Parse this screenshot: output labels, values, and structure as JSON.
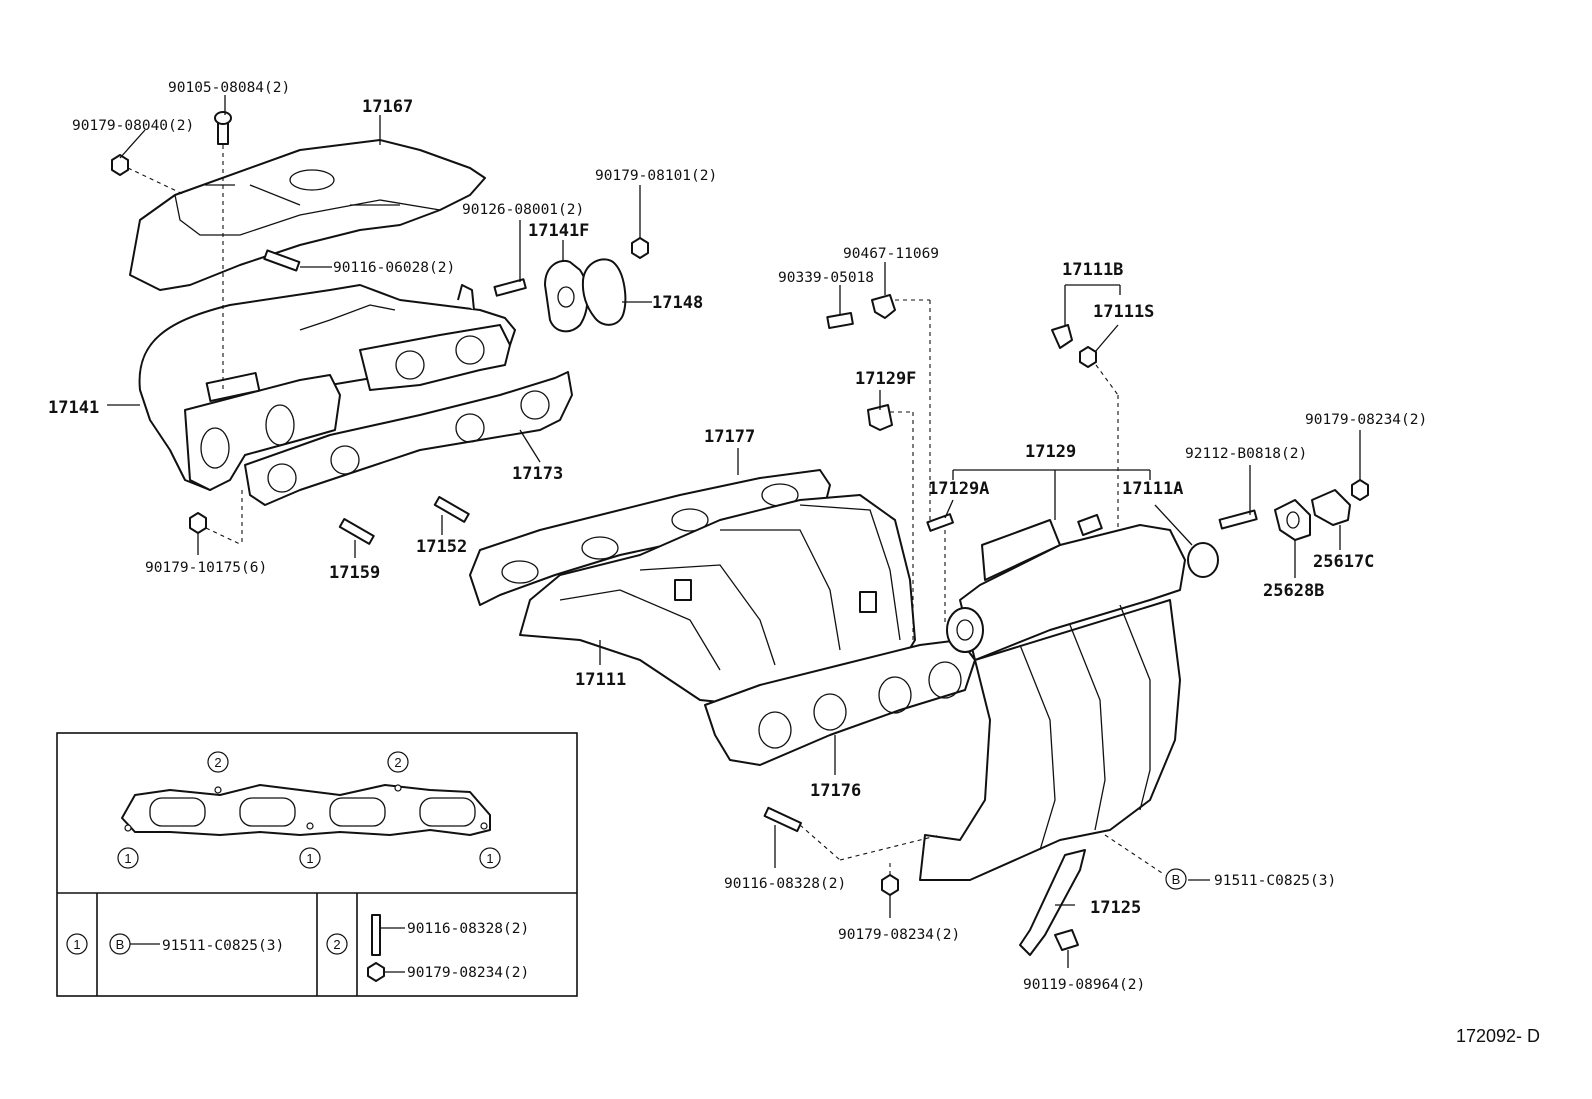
{
  "labels": {
    "p90105_08084": "90105-08084(2)",
    "p17167": "17167",
    "p90179_08040": "90179-08040(2)",
    "p90179_08101": "90179-08101(2)",
    "p90126_08001": "90126-08001(2)",
    "p17141F": "17141F",
    "p90116_06028": "90116-06028(2)",
    "p17148": "17148",
    "p90467_11069": "90467-11069",
    "p90339_05018": "90339-05018",
    "p17111B": "17111B",
    "p17111S": "17111S",
    "p17129F": "17129F",
    "p90179_08234_r": "90179-08234(2)",
    "p17141": "17141",
    "p17173": "17173",
    "p17177": "17177",
    "p17129": "17129",
    "p92112_B0818": "92112-B0818(2)",
    "p17129A": "17129A",
    "p17111A": "17111A",
    "p90179_10175": "90179-10175(6)",
    "p17159": "17159",
    "p17152": "17152",
    "p25617C": "25617C",
    "p25628B": "25628B",
    "p17111": "17111",
    "p17176": "17176",
    "p90116_08328": "90116-08328(2)",
    "p90179_08234_b": "90179-08234(2)",
    "p91511_C0825": "91511-C0825(3)",
    "p17125": "17125",
    "p90119_08964": "90119-08964(2)",
    "diagram_code": "172092- D"
  },
  "legend": {
    "ref_1": "1",
    "ref_2": "2",
    "ref_B": "B",
    "row1_part": "91511-C0825(3)",
    "row2_part_a": "90116-08328(2)",
    "row2_part_b": "90179-08234(2)"
  }
}
